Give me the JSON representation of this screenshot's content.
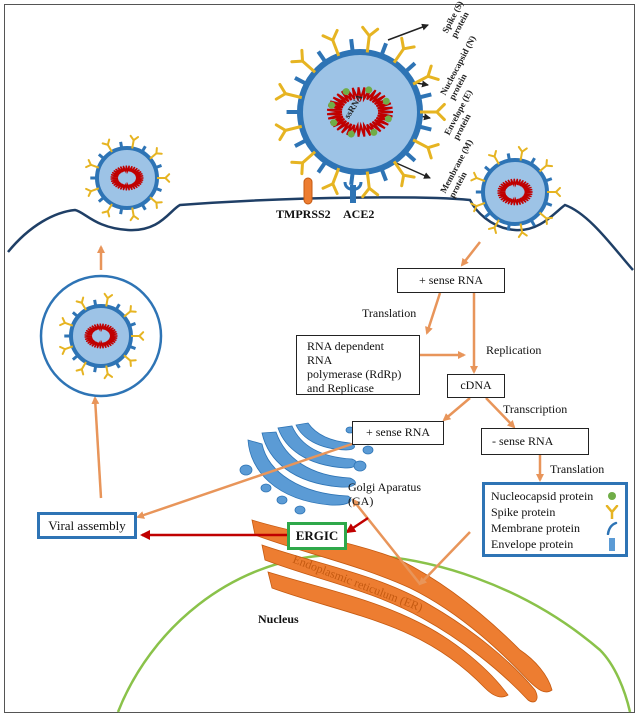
{
  "virion_labels": {
    "spike": [
      "Spike (S)",
      "protein"
    ],
    "nucleocapsid": [
      "Nucleocapsid (N)",
      "protein"
    ],
    "envelope": [
      "Envelope (E)",
      "protein"
    ],
    "membrane": [
      "Membrane (M)",
      "protein"
    ],
    "ssrna": "ssRNA"
  },
  "receptors": {
    "tmprss2": "TMPRSS2",
    "ace2": "ACE2"
  },
  "steps": {
    "plus_sense_rna_top": "+ sense RNA",
    "translation_1": "Translation",
    "rdrp": [
      "RNA dependent RNA",
      "polymerase (RdRp)",
      "and Replicase"
    ],
    "replication": "Replication",
    "cdna": "cDNA",
    "transcription": "Transcription",
    "plus_sense_rna_mid": "+ sense RNA",
    "minus_sense_rna": "- sense RNA",
    "translation_2": "Translation",
    "golgi": [
      "Golgi Aparatus",
      "(GA)"
    ],
    "ergic": "ERGIC",
    "viral_assembly": "Viral assembly",
    "er": "Endoplasmic reticulum (ER)",
    "nucleus": "Nucleus"
  },
  "legend": {
    "items": [
      {
        "label": "Nucleocapsid protein",
        "icon": "green-dot-icon"
      },
      {
        "label": "Spike protein",
        "icon": "spike-y-icon"
      },
      {
        "label": "Membrane protein",
        "icon": "membrane-hook-icon"
      },
      {
        "label": "Envelope protein",
        "icon": "envelope-bar-icon"
      }
    ]
  },
  "colors": {
    "arrow": "#e8955a",
    "red_arrow": "#c00000",
    "membrane_line": "#1f3f66",
    "virion_fill": "#9dc3e6",
    "virion_stroke": "#2e74b5",
    "spike": "#e6b422",
    "rna": "#c00000",
    "n_protein": "#70ad47",
    "golgi": "#5b9bd5",
    "er": "#ed7d31",
    "nucleus": "#8ac24a",
    "blue_box": "#2e74b5",
    "green_box": "#2ea84a"
  }
}
